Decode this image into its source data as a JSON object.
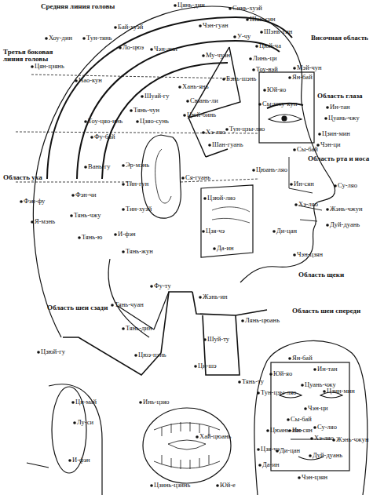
{
  "diagram": {
    "labels": [
      "Средняя линия головы",
      "Бай-хуэй",
      "Цянь-дин",
      "Синь-хуэй",
      "Шан-син",
      "Шэнь-тин",
      "Височная область",
      "Хоу-дин",
      "Тун-тянь",
      "Чэн-гуан",
      "У-чу",
      "Цюй-ча",
      "Третья боковая линия головы",
      "Ло-цюэ",
      "Чэн-лин",
      "Му-чуан",
      "Линь-ци",
      "Тоу-вэй",
      "Цян-цзянь",
      "Нао-кун",
      "Бэнь-шэнь",
      "Ян-бай",
      "Мэй-чун",
      "Хань-янь",
      "Шуай-гу",
      "Сюань-ли",
      "Юй-яо",
      "Область глаза",
      "Ин-тан",
      "Цуань-чжу",
      "Тянь-чун",
      "Цзяо-сунь",
      "Цюй-бинь",
      "Сы-чжу-кун",
      "Тоу-цяо-инь",
      "Фу-бай",
      "Тун-цзы-ляо",
      "Цзин-мин",
      "Чэн-ци",
      "Хэ-ляо",
      "Шан-гуань",
      "Сы-бай",
      "Область рта и носа",
      "Область уха",
      "Вань-гу",
      "Эр-мэнь",
      "Тин-гун",
      "Тин-хуэй",
      "Ся-гуань",
      "Цюань-ляо",
      "Ин-сян",
      "Су-ляо",
      "Фэн-фу",
      "Фэн-чи",
      "Я-мэнь",
      "Тянь-чжу",
      "И-фэн",
      "Цзюй-ляо",
      "Хэ-ляо",
      "Жэнь-чжун",
      "Цзя-чэ",
      "Ди-цан",
      "Дуй-дуань",
      "Да-ин",
      "Тянь-ю",
      "Тянь-жун",
      "Чэн-цзян",
      "Область шеи сзади",
      "Область щеки",
      "Жэнь-ин",
      "Фу-ту",
      "Область шеи спереди",
      "Тянь-чуан",
      "Лянь-цюань",
      "Тянь-дин",
      "Шуй-ту",
      "Цзюй-гу",
      "Цюэ-пэнь",
      "Ци-шэ",
      "Тянь-ту",
      "Ци-май",
      "Лу-си",
      "И-фэн",
      "Инь-цзяо",
      "Хай-цюань",
      "Цзинь-цзинь",
      "Юй-е",
      "Ян-бай",
      "Ин-тан",
      "Юй-яо",
      "Цуань-чжу",
      "Тун-цзы-ляо",
      "Цзин-мин",
      "Чэн-ци",
      "Сы-бай",
      "Цюань-ляо",
      "Ин-сян",
      "Су-ляо",
      "Жэнь-чжун",
      "Хэ-ляо",
      "Ди-цан",
      "Дуй-дуань",
      "Цзя-чэ",
      "Да-ин",
      "Чэн-цзян"
    ]
  }
}
